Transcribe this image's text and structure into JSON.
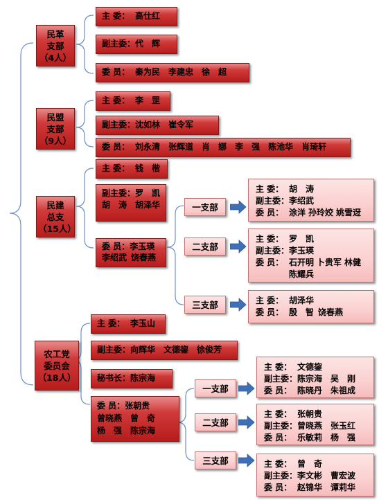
{
  "orgs": [
    {
      "name_lines": [
        "民革",
        "支部",
        "（4人）"
      ],
      "members": [
        {
          "role": "主  委：",
          "names": [
            "高仕红"
          ]
        },
        {
          "role": "副主委：",
          "names": [
            "代",
            "辉"
          ]
        },
        {
          "role": "委  员：",
          "names": [
            "秦为民",
            "李建忠",
            "徐",
            "超"
          ]
        }
      ]
    },
    {
      "name_lines": [
        "民盟",
        "支部",
        "（9人）"
      ],
      "members": [
        {
          "role": "主  委：",
          "names": [
            "李",
            "罡"
          ]
        },
        {
          "role": "副主委：",
          "names": [
            "沈如林",
            "崔令军"
          ]
        },
        {
          "role": "委  员：",
          "names": [
            "刘永清",
            "张辉道",
            "肖",
            "娜",
            "李",
            "强",
            "陈池华",
            "肖琦轩"
          ]
        }
      ]
    },
    {
      "name_lines": [
        "民建",
        "总支",
        "（15人）"
      ],
      "members": [
        {
          "role": "主  委：",
          "names": [
            "钱",
            "楷"
          ]
        },
        {
          "role": "副主委：",
          "names": [
            "罗",
            "凯",
            "胡",
            "涛",
            "胡泽华"
          ]
        },
        {
          "role": "委  员：",
          "names": [
            "李玉瑛",
            "李绍武",
            "饶春燕"
          ]
        }
      ],
      "branches": [
        {
          "name": "一支部",
          "lines": [
            {
              "role": "主  委：",
              "names": [
                "胡",
                "涛"
              ]
            },
            {
              "role": "副主委：",
              "names": [
                "李绍武"
              ]
            },
            {
              "role": "委  员：",
              "names": [
                "涂洋",
                "孙玲姣",
                "姚雪迓"
              ]
            }
          ]
        },
        {
          "name": "二支部",
          "lines": [
            {
              "role": "主  委：",
              "names": [
                "罗",
                "凯"
              ]
            },
            {
              "role": "副主委：",
              "names": [
                "李玉瑛"
              ]
            },
            {
              "role": "委  员：",
              "names": [
                "石开明",
                "卜贵军",
                "林健",
                "陈耀兵"
              ]
            }
          ]
        },
        {
          "name": "三支部",
          "lines": [
            {
              "role": "主  委：",
              "names": [
                "胡泽华"
              ]
            },
            {
              "role": "委  员：",
              "names": [
                "殷",
                "智",
                "饶春燕"
              ]
            }
          ]
        }
      ]
    },
    {
      "name_lines": [
        "农工党",
        "委员会",
        "（18人）"
      ],
      "members": [
        {
          "role": "主  委：",
          "names": [
            "李玉山"
          ]
        },
        {
          "role": "副主委：",
          "names": [
            "向辉华",
            "文德鋆",
            "徐俊芳"
          ]
        },
        {
          "role": "秘书长：",
          "names": [
            "陈宗海"
          ]
        },
        {
          "role": "委  员：",
          "names": [
            "张朝贵",
            "曾晓燕",
            "曾",
            "奇",
            "杨",
            "强",
            "陈宗海"
          ]
        }
      ],
      "branches": [
        {
          "name": "一支部",
          "lines": [
            {
              "role": "主  委：",
              "names": [
                "文德鋆"
              ]
            },
            {
              "role": "副主委：",
              "names": [
                "陈宗海",
                "吴",
                "刚"
              ]
            },
            {
              "role": "委  员：",
              "names": [
                "陈晓丹",
                "朱祖成"
              ]
            }
          ]
        },
        {
          "name": "二支部",
          "lines": [
            {
              "role": "主  委：",
              "names": [
                "张朝贵"
              ]
            },
            {
              "role": "副主委：",
              "names": [
                "曾晓燕",
                "张玉红"
              ]
            },
            {
              "role": "委  员：",
              "names": [
                "乐敏莉",
                "杨",
                "强"
              ]
            }
          ]
        },
        {
          "name": "三支部",
          "lines": [
            {
              "role": "主  委：",
              "names": [
                "曾",
                "奇"
              ]
            },
            {
              "role": "副主委：",
              "names": [
                "李文彬",
                "曹宏波"
              ]
            },
            {
              "role": "委  员：",
              "names": [
                "赵锦华",
                "谭莉华"
              ]
            }
          ]
        }
      ]
    }
  ],
  "colors": {
    "red_box": "#c62828",
    "pink_box": "#fbd3d3",
    "line": "#6a8fc8",
    "arrow": "#3f6fb5"
  }
}
